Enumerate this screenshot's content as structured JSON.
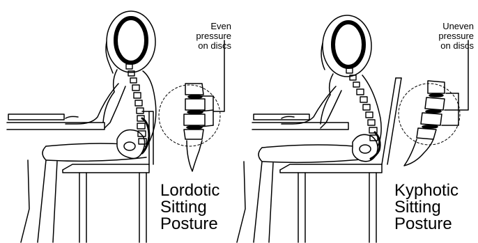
{
  "panels": [
    {
      "pressure_note": "Even\npressure\non discs",
      "posture_title": "Lordotic\nSitting\nPosture"
    },
    {
      "pressure_note": "Uneven\npressure\non discs",
      "posture_title": "Kyphotic\nSitting\nPosture"
    }
  ],
  "colors": {
    "ink": "#000000",
    "background": "#ffffff"
  },
  "icons": [
    "seated-figure",
    "spine",
    "disc-magnifier",
    "chair",
    "desk"
  ]
}
